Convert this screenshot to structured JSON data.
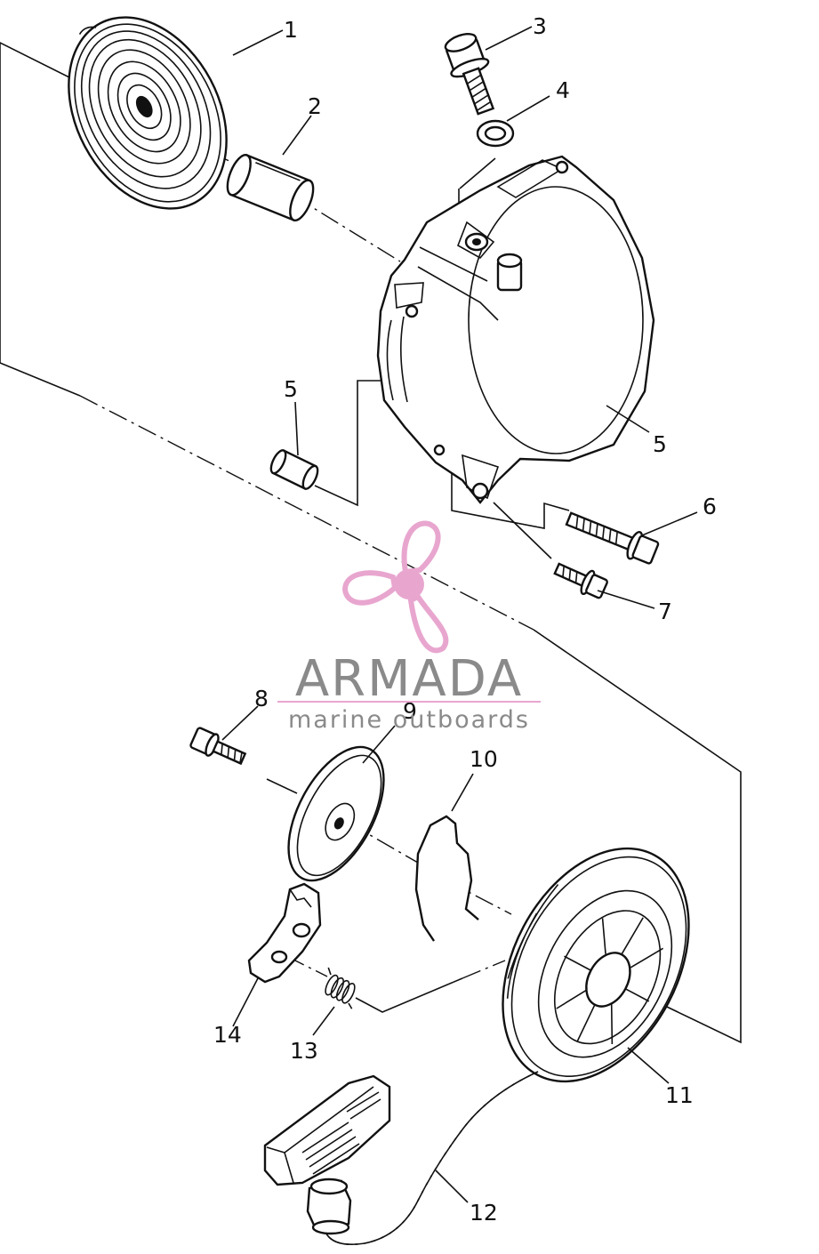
{
  "callouts": [
    "1",
    "2",
    "3",
    "4",
    "5",
    "5",
    "6",
    "7",
    "8",
    "9",
    "10",
    "11",
    "12",
    "13",
    "14"
  ],
  "watermark": {
    "brand": "ARMADA",
    "tagline": "marine outboards",
    "logo_icon": "propeller-icon",
    "logo_color": "#e8a6cf",
    "text_color": "#8a8a8a"
  }
}
